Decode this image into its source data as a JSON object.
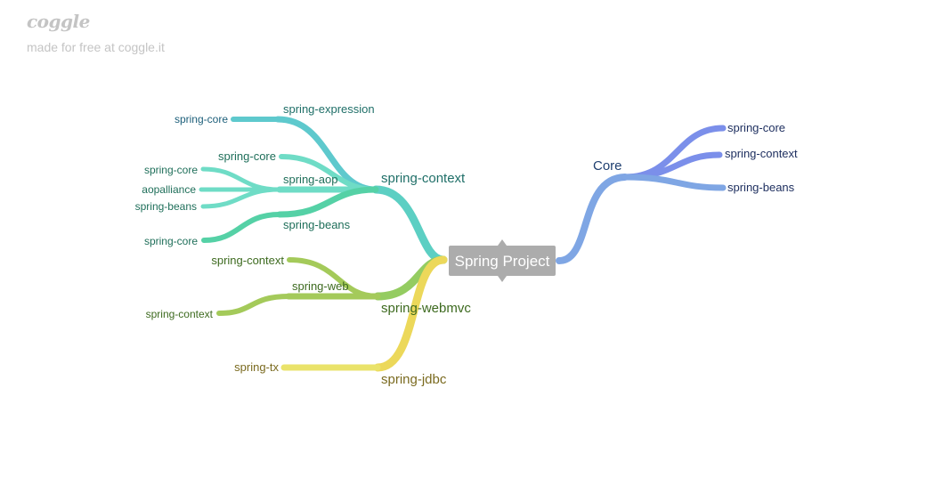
{
  "brand": {
    "logo": "coggle",
    "tagline": "made for free at coggle.it"
  },
  "colors": {
    "context": "#5ccfc3",
    "expression": "#5ec9cd",
    "aop": "#6fdcc6",
    "beans": "#55d1a6",
    "webmvc": "#94cc61",
    "web": "#a4ca5a",
    "jdbc": "#ecd85a",
    "tx": "#eae36a",
    "core_branch": "#7fa6e4",
    "core_children": "#7b8fea",
    "root": "#acacac"
  },
  "diagram": {
    "root": "Spring Project",
    "branches": {
      "spring_context": {
        "label": "spring-context",
        "expression": {
          "label": "spring-expression",
          "child": "spring-core"
        },
        "core": "spring-core",
        "aop": {
          "label": "spring-aop",
          "children": [
            "spring-core",
            "aopalliance",
            "spring-beans"
          ]
        },
        "beans": {
          "label": "spring-beans",
          "child": "spring-core"
        }
      },
      "spring_webmvc": {
        "label": "spring-webmvc",
        "context": "spring-context",
        "web": {
          "label": "spring-web",
          "child": "spring-context"
        }
      },
      "spring_jdbc": {
        "label": "spring-jdbc",
        "tx": "spring-tx"
      },
      "core": {
        "label": "Core",
        "children": [
          "spring-core",
          "spring-context",
          "spring-beans"
        ]
      }
    }
  }
}
